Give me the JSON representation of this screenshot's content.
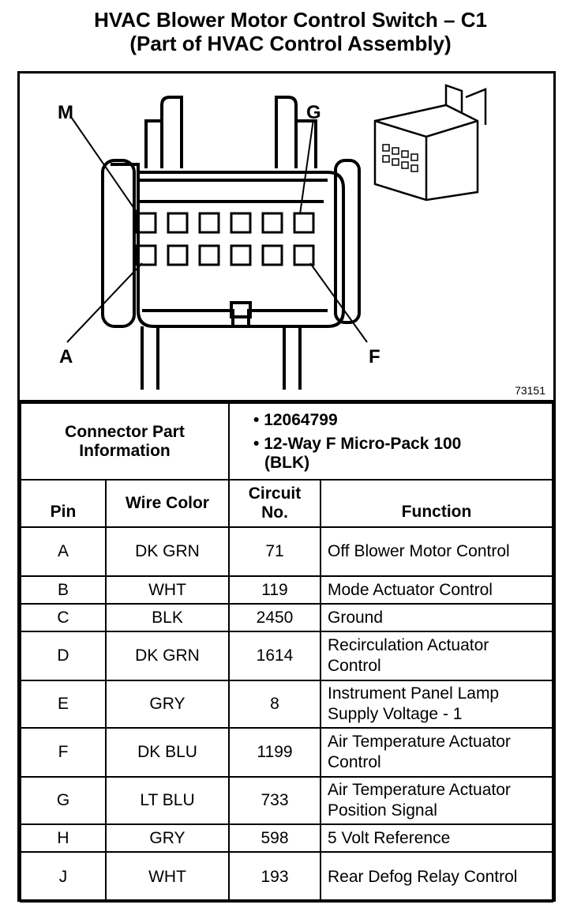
{
  "title": {
    "line1": "HVAC Blower Motor Control Switch – C1",
    "line2": "(Part of HVAC Control Assembly)"
  },
  "diagram": {
    "pin_labels": {
      "top_left": "M",
      "top_right": "G",
      "bottom_left": "A",
      "bottom_right": "F"
    },
    "figure_number": "73151"
  },
  "connector_info": {
    "label": "Connector Part Information",
    "items": [
      "12064799",
      "12-Way F Micro-Pack 100 (BLK)"
    ]
  },
  "table": {
    "headers": {
      "pin": "Pin",
      "wire_color": "Wire Color",
      "circuit": "Circuit No.",
      "function": "Function"
    },
    "rows": [
      {
        "pin": "A",
        "color": "DK GRN",
        "circuit": "71",
        "function": "Off Blower Motor Control"
      },
      {
        "pin": "B",
        "color": "WHT",
        "circuit": "119",
        "function": "Mode Actuator Control"
      },
      {
        "pin": "C",
        "color": "BLK",
        "circuit": "2450",
        "function": "Ground"
      },
      {
        "pin": "D",
        "color": "DK GRN",
        "circuit": "1614",
        "function": "Recirculation Actuator Control"
      },
      {
        "pin": "E",
        "color": "GRY",
        "circuit": "8",
        "function": "Instrument Panel Lamp Supply Voltage - 1"
      },
      {
        "pin": "F",
        "color": "DK BLU",
        "circuit": "1199",
        "function": "Air Temperature Actuator Control"
      },
      {
        "pin": "G",
        "color": "LT BLU",
        "circuit": "733",
        "function": "Air Temperature Actuator Position Signal"
      },
      {
        "pin": "H",
        "color": "GRY",
        "circuit": "598",
        "function": "5 Volt Reference"
      },
      {
        "pin": "J",
        "color": "WHT",
        "circuit": "193",
        "function": "Rear Defog Relay Control"
      }
    ]
  }
}
